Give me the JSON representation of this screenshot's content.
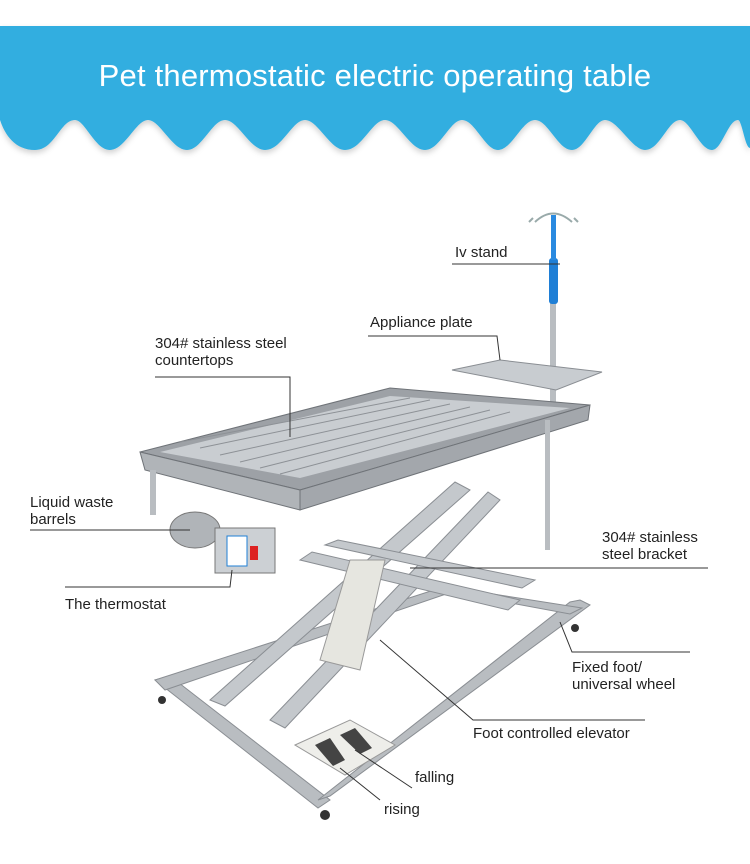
{
  "title": "Pet thermostatic electric operating table",
  "colors": {
    "banner": "#32aee0",
    "steel": "#a9adb2",
    "accent_blue": "#1f7fd6"
  },
  "labels": {
    "iv_stand": "Iv stand",
    "appliance_plate": "Appliance plate",
    "countertops_1": "304# stainless steel",
    "countertops_2": "countertops",
    "liquid_waste_1": "Liquid waste",
    "liquid_waste_2": "barrels",
    "thermostat": "The thermostat",
    "bracket_1": "304# stainless",
    "bracket_2": "steel bracket",
    "fixed_foot_1": "Fixed foot/",
    "fixed_foot_2": "universal wheel",
    "foot_elevator": "Foot controlled elevator",
    "falling": "falling",
    "rising": "rising"
  }
}
